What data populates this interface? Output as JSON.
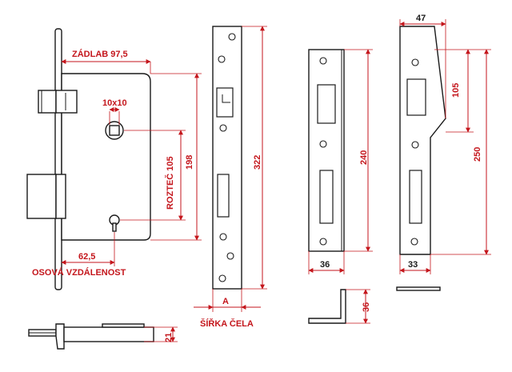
{
  "lock_body": {
    "zadlab_label": "ZÁDLAB 97,5",
    "square_label": "10x10",
    "roztec_label": "ROZTEČ 105",
    "height_label": "198",
    "osova_value": "62,5",
    "osova_label": "OSOVÁ VZDÁLENOST",
    "side_depth_label": "21"
  },
  "faceplate": {
    "height_label": "322",
    "width_label": "A",
    "width_caption": "ŠÍŘKA ČELA"
  },
  "strike_straight": {
    "height_label": "240",
    "width_label": "36",
    "profile_label": "36"
  },
  "strike_angled": {
    "top_width_label": "47",
    "offset_label": "105",
    "height_label": "250",
    "bottom_width_label": "33"
  },
  "colors": {
    "dimension": "#c4161c",
    "outline": "#1a1a1a"
  }
}
